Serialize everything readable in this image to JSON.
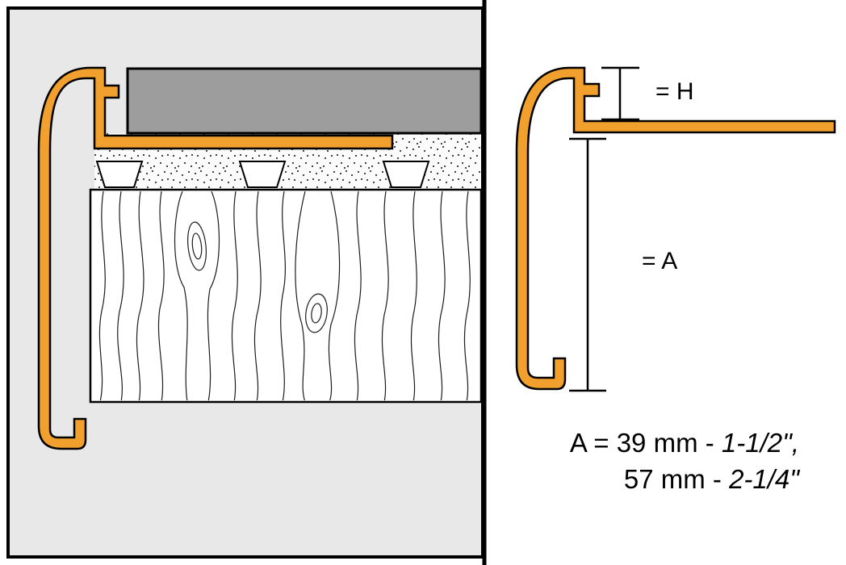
{
  "colors": {
    "profile_orange": "#F1A02E",
    "tile_gray": "#9D9D9D",
    "panel_bg": "#E8E8E8",
    "mortar_bg": "#FBFBFB",
    "line_black": "#000000"
  },
  "right_panel": {
    "dim_h_label": "= H",
    "dim_a_label": "= A",
    "spec": {
      "line1_prefix": "A = 39 mm - ",
      "line1_fraction": "1-1/2\",",
      "line2_prefix": "57 mm - ",
      "line2_fraction": "2-1/4\""
    }
  }
}
